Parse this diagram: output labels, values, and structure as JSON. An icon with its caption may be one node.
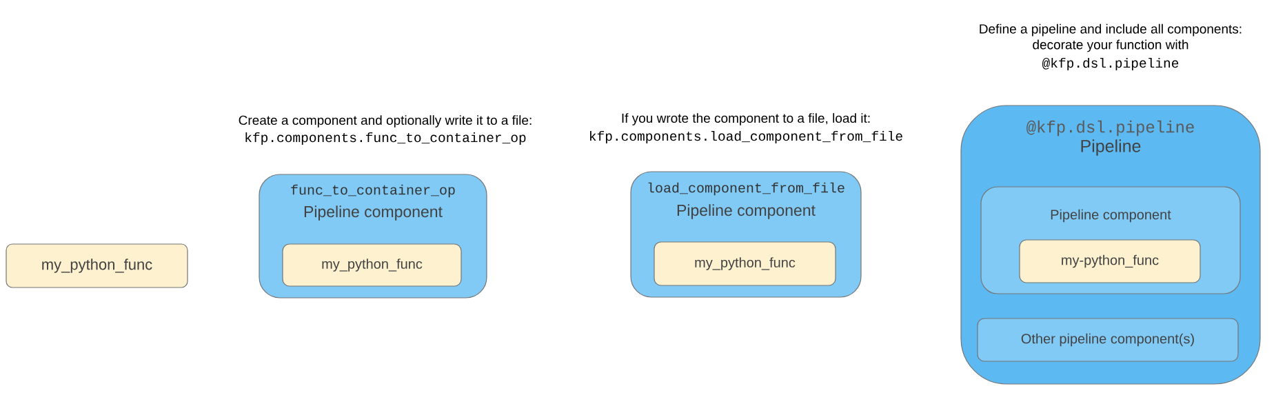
{
  "diagram": {
    "nodes": [
      {
        "text": [
          "my_python_func"
        ]
      },
      {
        "text": [
          "func_to_container_op",
          "Pipeline component"
        ],
        "beside": [
          "Create a component and optionally write it to a file:",
          "kfp.components.func_to_container_op"
        ]
      },
      {
        "text": [
          "my_python_func"
        ],
        "in": 1
      },
      {
        "text": [
          "load_component_from_file",
          "Pipeline component"
        ],
        "beside": [
          "If you wrote the component to a file, load it:",
          "kfp.components.load_component_from_file"
        ]
      },
      {
        "text": [
          "my_python_func"
        ],
        "in": 3
      },
      {
        "text": [
          "@kfp.dsl.pipeline",
          "Pipeline"
        ],
        "beside": [
          "Define a pipeline and include all components: decorate your function with",
          "@kfp.dsl.pipeline"
        ]
      },
      {
        "text": [
          "Pipeline component"
        ],
        "in": 5
      },
      {
        "text": [
          "my-python_func"
        ],
        "in": 6
      },
      {
        "text": [
          "Other pipeline component(s)"
        ],
        "in": 5
      }
    ]
  }
}
